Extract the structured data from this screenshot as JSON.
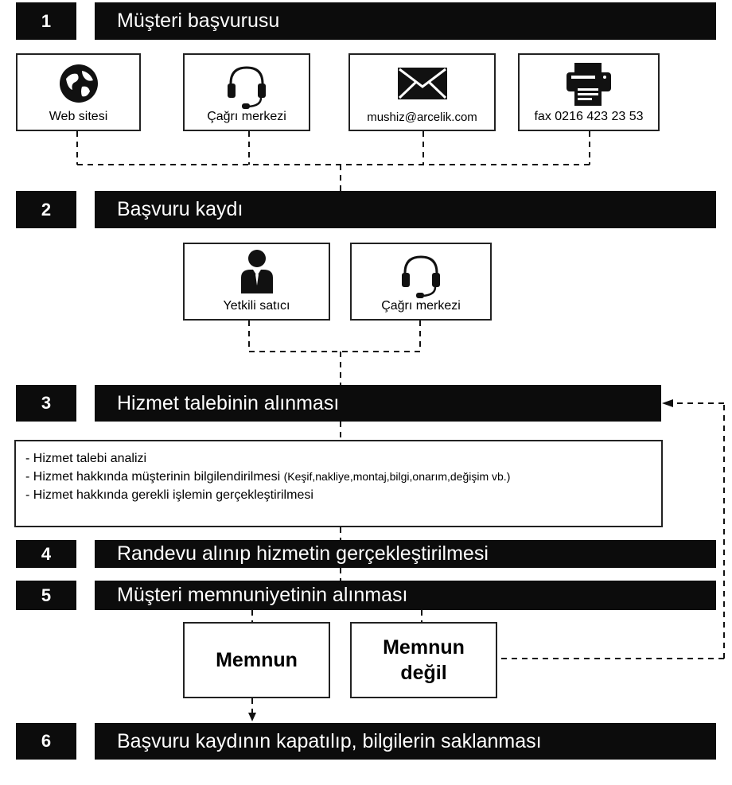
{
  "steps": [
    {
      "num": "1",
      "title": "Müşteri başvurusu"
    },
    {
      "num": "2",
      "title": "Başvuru kaydı"
    },
    {
      "num": "3",
      "title": "Hizmet talebinin alınması"
    },
    {
      "num": "4",
      "title": "Randevu alınıp hizmetin gerçekleştirilmesi"
    },
    {
      "num": "5",
      "title": "Müşteri memnuniyetinin alınması"
    },
    {
      "num": "6",
      "title": "Başvuru kaydının kapatılıp, bilgilerin saklanması"
    }
  ],
  "channels": [
    {
      "label": "Web sitesi",
      "icon": "globe-icon"
    },
    {
      "label": "Çağrı merkezi",
      "icon": "headset-icon"
    },
    {
      "label": "mushiz@arcelik.com",
      "icon": "envelope-icon"
    },
    {
      "label": "fax 0216 423 23 53",
      "icon": "fax-icon"
    }
  ],
  "registration": [
    {
      "label": "Yetkili satıcı",
      "icon": "person-icon"
    },
    {
      "label": "Çağrı merkezi",
      "icon": "headset-icon"
    }
  ],
  "notes": {
    "line1": "- Hizmet talebi analizi",
    "line2": "- Hizmet hakkında müşterinin bilgilendirilmesi",
    "line2_detail": "(Keşif,nakliye,montaj,bilgi,onarım,değişim vb.)",
    "line3": "- Hizmet hakkında gerekli işlemin gerçekleştirilmesi"
  },
  "outcomes": {
    "satisfied": "Memnun",
    "unsatisfied_line1": "Memnun",
    "unsatisfied_line2": "değil"
  }
}
